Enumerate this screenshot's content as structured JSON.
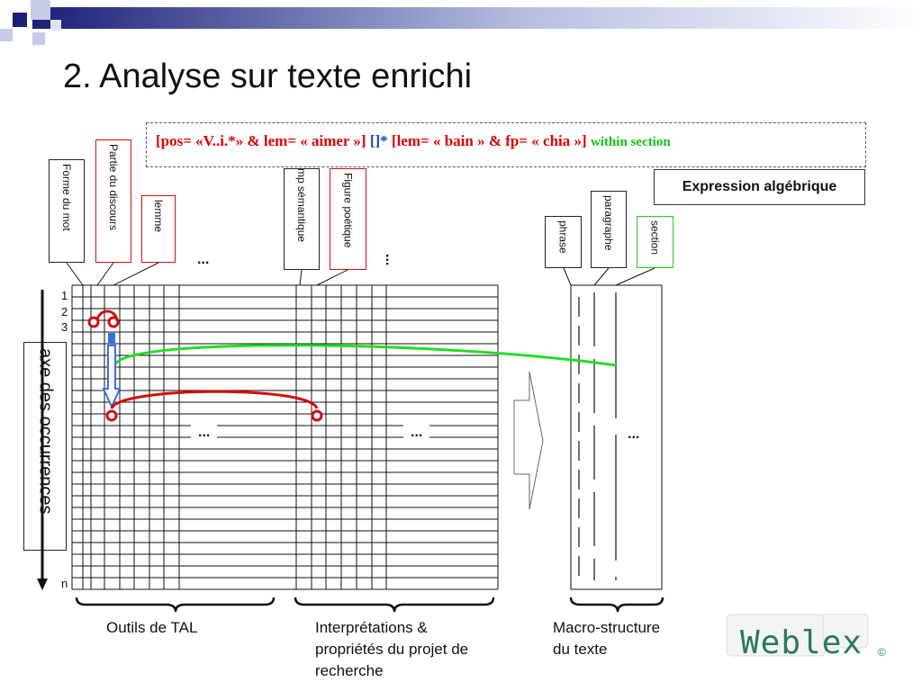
{
  "title": "2. Analyse sur texte enrichi",
  "query": {
    "part1": "[pos= «V..i.*» & lem= « aimer »] ",
    "part2": "[]* ",
    "part3": "[lem= « bain » & fp= « chia »] ",
    "part4": "within section"
  },
  "algebraic_label": "Expression algébrique",
  "annotation_labels": {
    "forme_du_mot": "Forme du mot",
    "partie_du_discours": "Partie du discours",
    "lemme": "lemme",
    "champ_semantique": "Champ sémantique",
    "figure_poetique": "Figure poétique",
    "phrase": "phrase",
    "paragraphe": "paragraphe",
    "section": "section"
  },
  "axis_label": "axe des occurrences",
  "row_numbers": [
    "1",
    "2",
    "3"
  ],
  "row_last": "n",
  "ellipsis": "...",
  "group_labels": {
    "outils": "Outils de TAL",
    "interpretations_1": "Interprétations &",
    "interpretations_2": "propriétés du projet de",
    "interpretations_3": "recherche",
    "macro_1": "Macro-structure",
    "macro_2": "du texte"
  },
  "logo": {
    "text": "Weblex",
    "mark": "©"
  },
  "colors": {
    "header_dark": "#1a1f7a",
    "query_red": "#dd0000",
    "query_blue": "#1a3fd6",
    "green": "#22cc22",
    "red": "#d01010",
    "blue_arrow": "#3a6fe0",
    "logo": "#2a7a5e"
  }
}
